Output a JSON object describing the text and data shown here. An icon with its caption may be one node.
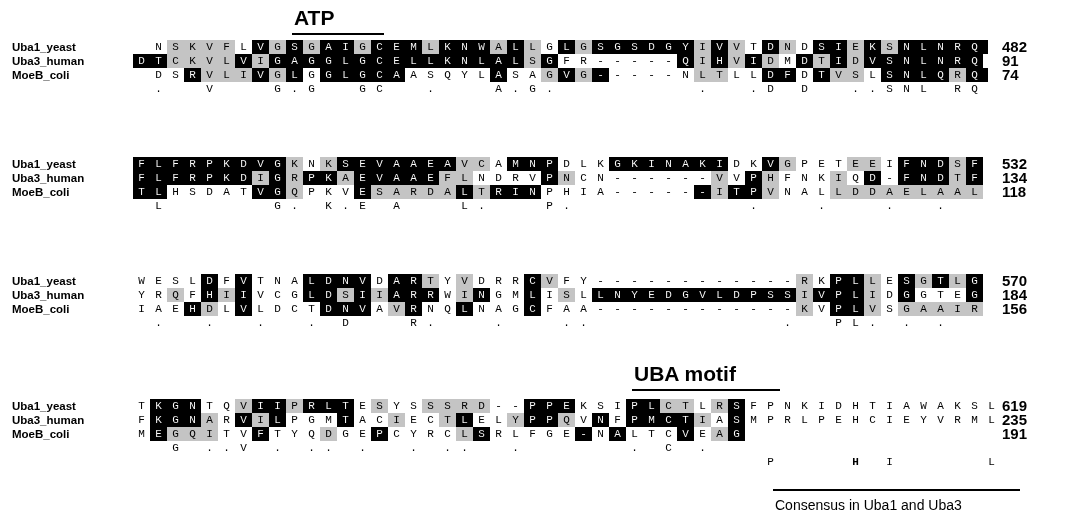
{
  "diagram": {
    "labels": [
      "ATP",
      "Uba1_yeast",
      "NSKVFLVGSGAIGCEMLKNWALLGLGSGSDGYIVVTDNDSIEKSNLNRQ",
      "482",
      "Uba3_human",
      "DTCKVLVIGAGGLGCELLKNLALSGFR-----QIHVIDMDTIDVSNLNRQ",
      "91",
      "MoeB_coli",
      "DSRVLIVGLGGLGCAASQYLASAGVG-----NLTLLDFDTVSLSNLQRQ",
      "74",
      " .  V   G.G  GC  .   A.G.        .  .D D  ..SNL RQ",
      "Uba1_yeast",
      "FLFRPKDVGKNKSEVAAEAVCAMNPDLKGKINAKIDKVGPETEEIFNDSF",
      "532",
      "Uba3_human",
      "FLFRPKDIGRPKAEVAAEFLNDRVPNCN------VVPHFNKIQD-FNDTF",
      "134",
      "MoeB_coli",
      "TLHSDATVGQPKVESARDALTRINPHIA------ITPVNALLDDAELAAL",
      "118",
      " L      G. K.E A   L.   P.          .   .   .  .",
      "Uba1_yeast",
      "WESLDFVTNALDNVDARTYVDRRCVFY------------RKPLLESGTLG",
      "570",
      "Uba3_human",
      "YRQFHIIVCGLDSIIARRWINGMLISLLNYEDGVLDPSSIVPLIDGGTEG",
      "184",
      "MoeB_coli",
      "IAEHDLVLDCTDNVAVRNQLNAGCFAA------------KVPLVSGAAIR",
      "156",
      " .  .  .  . D   R.   .   ..           .  PL. . .",
      "UBA motif",
      "Uba1_yeast",
      "TKGNTQVIIPRLTESYSSSRD--PPEKSIPLCTLRSFPNKIDHTIAWAKSL",
      "619",
      "Uba3_human",
      "FKGNARVILPGMTACIECTLELYPPQVNFPMCTIASMPRLPEHCIEYVRML",
      "235",
      "MoeB_coli",
      "MEGQITVFTYQDGEPCYRCLSRLFGE-NALTCVEAG",
      "191",
      "  G ..V . .. .  . ..  .      . C .",
      "P    **H** I     L",
      "Consensus in Uba1 and Uba3"
    ]
  }
}
